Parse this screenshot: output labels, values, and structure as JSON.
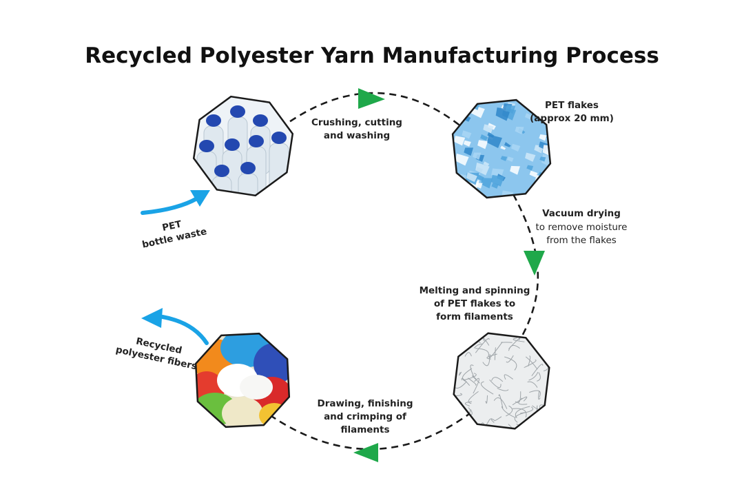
{
  "title": "Recycled Polyester Yarn Manufacturing Process",
  "colors": {
    "arrow_green": "#1fa84a",
    "arrow_blue": "#1aa3e6",
    "dash": "#1a1a1a",
    "octagon_border": "#1a1a1a",
    "bottle_cap": "#2348b0",
    "flake_blue": "#6fb8e6",
    "filament_gray": "#cfd3d6"
  },
  "nodes": {
    "bottles": {
      "icon": "plastic-bottles-image"
    },
    "flakes": {
      "icon": "pet-flakes-image"
    },
    "filaments": {
      "icon": "filaments-image"
    },
    "fibers": {
      "icon": "colored-fibers-image"
    }
  },
  "labels": {
    "pet_bottle_waste": [
      "PET",
      "bottle waste"
    ],
    "crushing": [
      "Crushing, cutting",
      "and washing"
    ],
    "pet_flakes": [
      "PET flakes",
      "(approx 20 mm)"
    ],
    "vacuum_title": "Vacuum drying",
    "vacuum_desc": [
      "to remove moisture",
      "from the flakes"
    ],
    "melting": [
      "Melting and spinning",
      "of PET flakes to",
      "form filaments"
    ],
    "drawing": [
      "Drawing, finishing",
      "and crimping of",
      "filaments"
    ],
    "recycled_fibers": [
      "Recycled",
      "polyester fibers"
    ]
  }
}
